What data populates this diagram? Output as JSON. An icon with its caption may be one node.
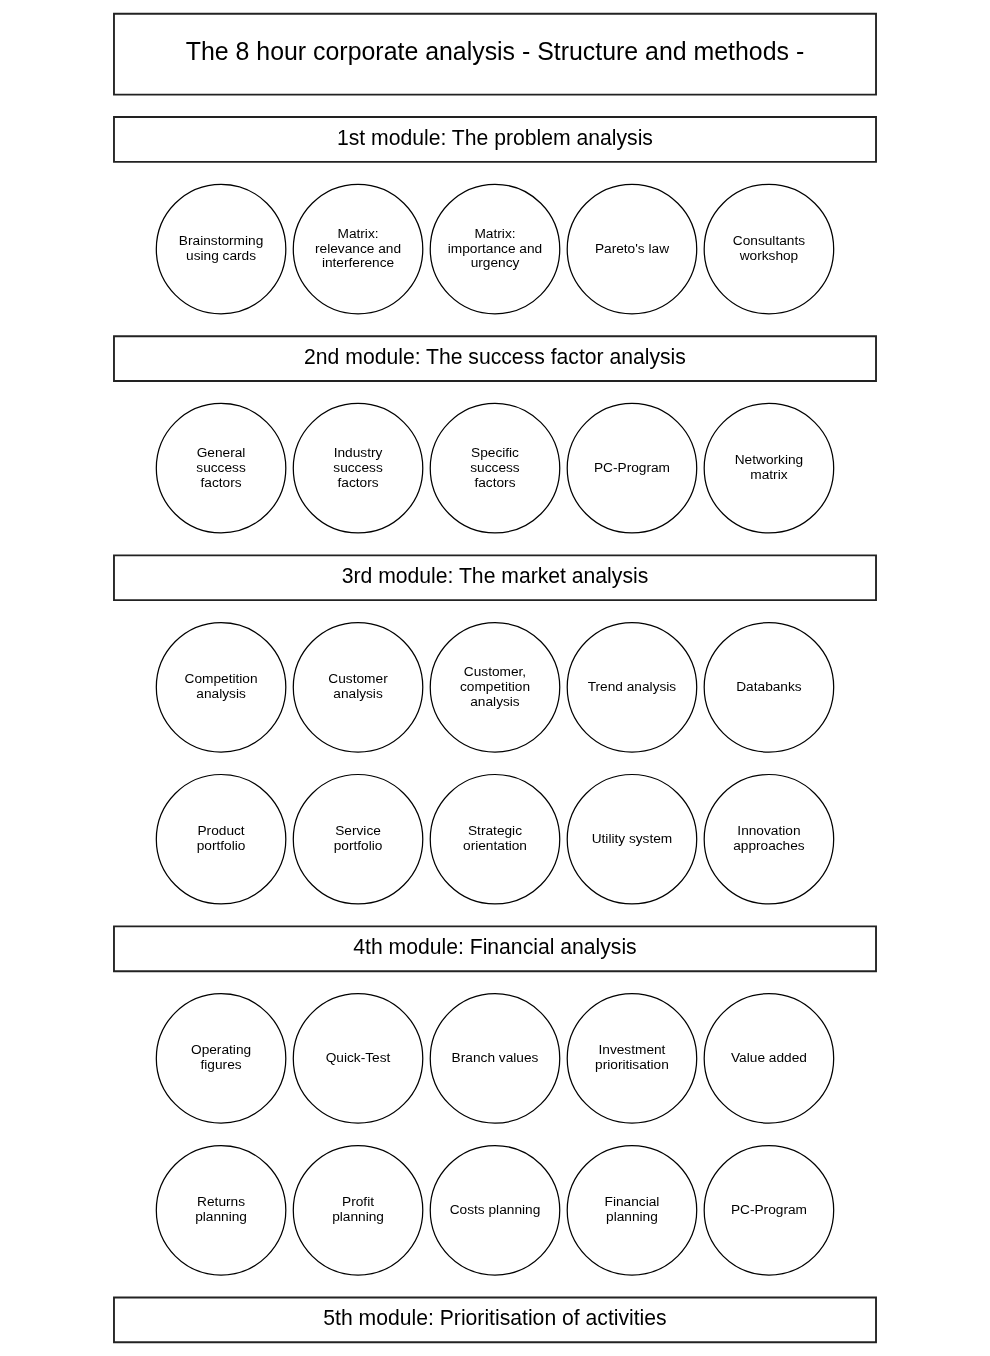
{
  "diagram": {
    "nodes": [
      {
        "text": [
          "The 8 hour corporate analysis - Structure and methods -"
        ]
      },
      {
        "text": [
          "1st module: The problem analysis"
        ]
      },
      {
        "text": [
          "Brainstorming using cards"
        ]
      },
      {
        "text": [
          "Matrix: relevance and interference"
        ]
      },
      {
        "text": [
          "Matrix: importance and urgency"
        ]
      },
      {
        "text": [
          "Pareto's law"
        ]
      },
      {
        "text": [
          "Consultants workshop"
        ]
      },
      {
        "text": [
          "2nd module: The success factor analysis"
        ]
      },
      {
        "text": [
          "General success factors"
        ]
      },
      {
        "text": [
          "Industry success factors"
        ]
      },
      {
        "text": [
          "Specific success factors"
        ]
      },
      {
        "text": [
          "PC-Program"
        ]
      },
      {
        "text": [
          "Networking matrix"
        ]
      },
      {
        "text": [
          "3rd module: The market analysis"
        ]
      },
      {
        "text": [
          "Competition analysis"
        ]
      },
      {
        "text": [
          "Customer analysis"
        ]
      },
      {
        "text": [
          "Customer, competition analysis"
        ]
      },
      {
        "text": [
          "Trend analysis"
        ]
      },
      {
        "text": [
          "Databanks"
        ]
      },
      {
        "text": [
          "Product portfolio"
        ]
      },
      {
        "text": [
          "Service portfolio"
        ]
      },
      {
        "text": [
          "Strategic orientation"
        ]
      },
      {
        "text": [
          "Utility system"
        ]
      },
      {
        "text": [
          "Innovation approaches"
        ]
      },
      {
        "text": [
          "4th module: Financial analysis"
        ]
      },
      {
        "text": [
          "Operating figures"
        ]
      },
      {
        "text": [
          "Quick-Test"
        ]
      },
      {
        "text": [
          "Branch values"
        ]
      },
      {
        "text": [
          "Investment prioritisation"
        ]
      },
      {
        "text": [
          "Value added"
        ]
      },
      {
        "text": [
          "Returns planning"
        ]
      },
      {
        "text": [
          "Profit planning"
        ]
      },
      {
        "text": [
          "Costs planning"
        ]
      },
      {
        "text": [
          "Financial planning"
        ]
      },
      {
        "text": [
          "PC-Program"
        ]
      },
      {
        "text": [
          "5th module: Prioritisation of activities"
        ]
      }
    ],
    "edges": []
  }
}
